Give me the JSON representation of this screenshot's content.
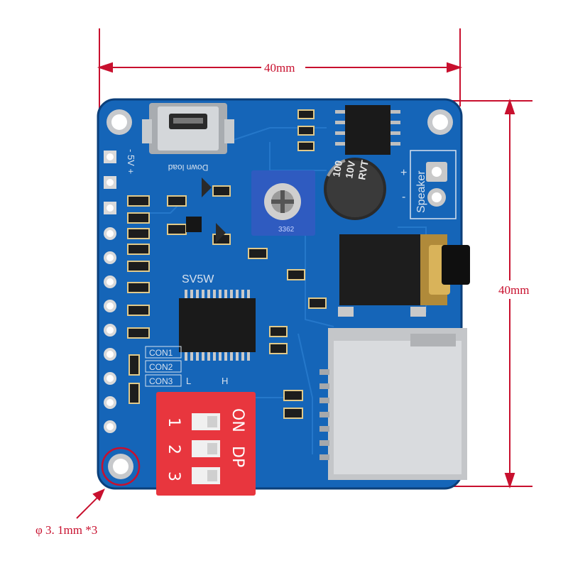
{
  "dimensions": {
    "width_label": "40mm",
    "height_label": "40mm",
    "hole_label": "φ 3. 1mm *3"
  },
  "board": {
    "chip_label": "SV5W",
    "usb_label": "Down load",
    "power_pins_label": "-  5V  +",
    "capacitor_label": "100\n10V\nRVT",
    "potentiometer_code": "3362",
    "speaker_label": "Speaker",
    "speaker_plus": "+",
    "speaker_minus": "-",
    "con_labels": [
      "CON1",
      "CON2",
      "CON3"
    ],
    "level_labels": [
      "L",
      "H"
    ],
    "dip_switch": {
      "on_label": "ON",
      "dp_label": "DP",
      "numbers": [
        "1",
        "2",
        "3"
      ]
    }
  },
  "colors": {
    "pcb": "#1565b8",
    "pcb_dark": "#0d4f96",
    "dimension_lines": "#c8102e",
    "dip_switch": "#e8363e"
  }
}
